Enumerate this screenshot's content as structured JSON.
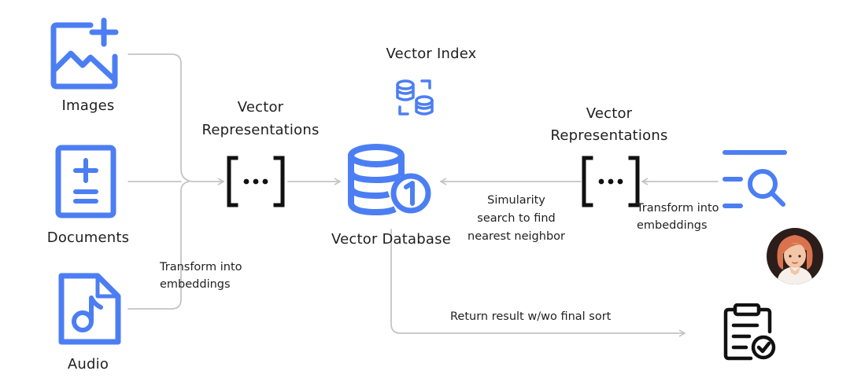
{
  "nodes": {
    "images": "Images",
    "documents": "Documents",
    "audio": "Audio",
    "vector_index": "Vector Index",
    "vector_representations_left": [
      "Vector",
      "Representations"
    ],
    "vector_representations_right": [
      "Vector",
      "Representations"
    ],
    "vector_database": "Vector Database",
    "bracket_left": "[···]",
    "bracket_right": "[···]"
  },
  "edges": {
    "transform_left": [
      "Transform into",
      "embeddings"
    ],
    "transform_right": [
      "Transform into",
      "embeddings"
    ],
    "similarity": [
      "Simularity",
      "search to find",
      "nearest neighbor"
    ],
    "return_result": "Return result w/wo final sort"
  },
  "icons": {
    "images": "image-add-icon",
    "documents": "document-plus-minus-icon",
    "audio": "audio-file-icon",
    "vector_index": "database-index-icon",
    "vector_database": "database-icon",
    "query": "search-list-icon",
    "user": "user-avatar-icon",
    "result": "clipboard-check-icon"
  },
  "colors": {
    "accent_blue": "#4c7ef3",
    "connector_gray": "#c4c4c4",
    "bracket_black": "#111111",
    "avatar_bg": "#2b1d1a",
    "avatar_hair": "#d9734e",
    "avatar_skin": "#f3c6a8"
  }
}
